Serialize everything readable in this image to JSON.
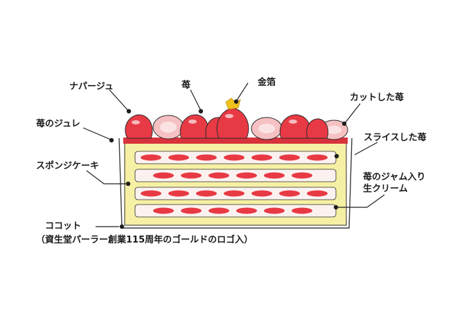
{
  "labels": {
    "napage": "ナパージュ",
    "strawberry": "苺",
    "gold_leaf": "金箔",
    "cut_strawberry": "カットした苺",
    "strawberry_jelly": "苺のジュレ",
    "sliced_strawberry": "スライスした苺",
    "sponge_cake": "スポンジケーキ",
    "jam_cream_line1": "苺のジャム入り",
    "jam_cream_line2": "生クリーム",
    "cocotte": "ココット",
    "cocotte_note": "（資生堂パーラー創業115周年のゴールドのロゴ入）"
  },
  "colors": {
    "strawberry_red": "#e83a45",
    "strawberry_dark": "#c8282f",
    "strawberry_pink": "#f6c1c3",
    "sponge": "#f6f0a4",
    "cream": "#fbf2f0",
    "gold": "#f1c21b",
    "line": "#1f1f1f"
  }
}
